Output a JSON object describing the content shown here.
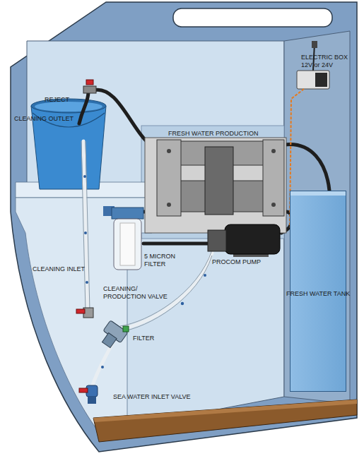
{
  "diagram": {
    "nodes": [
      {
        "text": [
          "FRESH WATER TANK"
        ]
      }
    ],
    "labels": [
      "REJECT",
      "ELECTRIC BOX 12V or 24V",
      "CLEANING OUTLET",
      "FRESH WATER PRODUCTION",
      "5 MICRON FILTER",
      "PROCOM PUMP",
      "CLEANING INLET",
      "CLEANING/ PRODUCTION VALVE",
      "FILTER",
      "SEA WATER INLET VALVE"
    ]
  }
}
